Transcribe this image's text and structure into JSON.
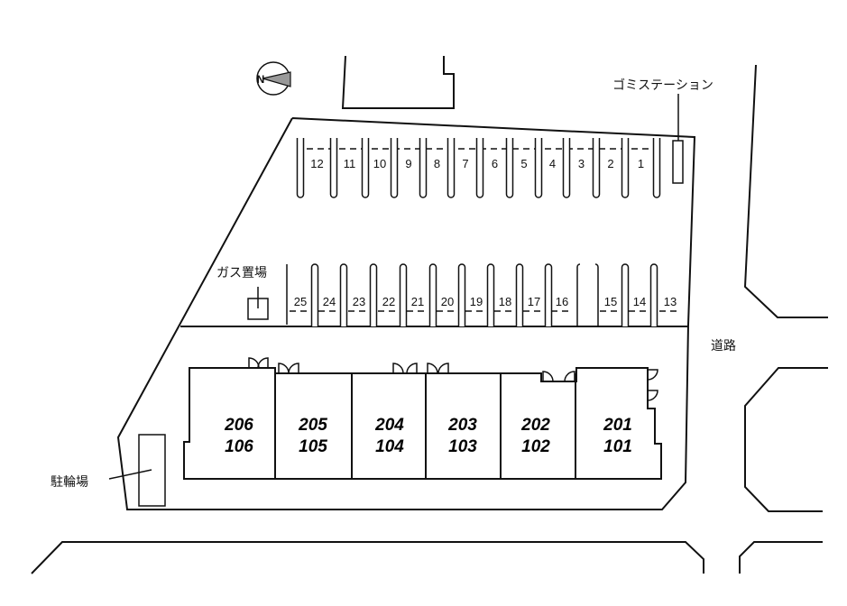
{
  "labels": {
    "garbage_station": "ゴミステーション",
    "gas_storage": "ガス置場",
    "bicycle_parking": "駐輪場",
    "road": "道路",
    "compass": "N"
  },
  "parking_top": [
    "12",
    "11",
    "10",
    "9",
    "8",
    "7",
    "6",
    "5",
    "4",
    "3",
    "2",
    "1"
  ],
  "parking_bottom": [
    "25",
    "24",
    "23",
    "22",
    "21",
    "20",
    "19",
    "18",
    "17",
    "16",
    "15",
    "14",
    "13"
  ],
  "units": [
    {
      "upper": "206",
      "lower": "106"
    },
    {
      "upper": "205",
      "lower": "105"
    },
    {
      "upper": "204",
      "lower": "104"
    },
    {
      "upper": "203",
      "lower": "103"
    },
    {
      "upper": "202",
      "lower": "102"
    },
    {
      "upper": "201",
      "lower": "101"
    }
  ],
  "colors": {
    "line": "#111111",
    "compass_fill": "#999999"
  }
}
